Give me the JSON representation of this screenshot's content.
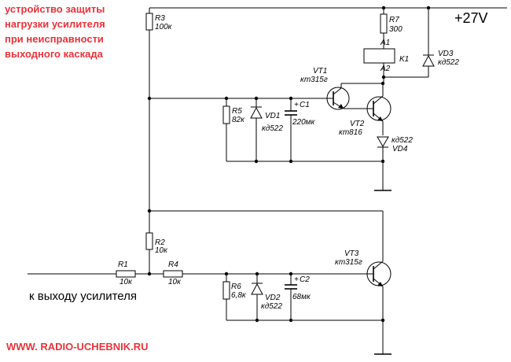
{
  "title_lines": [
    "устройство защиты",
    "нагрузки усилителя",
    "при неисправности",
    "выходного каскада"
  ],
  "supply": "+27V",
  "input_label": "к выходу усилителя",
  "watermark": "WWW. RADIO-UCHEBNIK.RU",
  "components": {
    "r3": {
      "name": "R3",
      "value": "100к"
    },
    "r7": {
      "name": "R7",
      "value": "300"
    },
    "k1": {
      "name": "K1",
      "pin_a1": "A1",
      "pin_a2": "A2"
    },
    "vd3": {
      "name": "VD3",
      "value": "кд522"
    },
    "vt1": {
      "name": "VT1",
      "value": "кт315г"
    },
    "vt2": {
      "name": "VT2",
      "value": "кт816"
    },
    "vd4": {
      "name": "VD4",
      "value": "кд522"
    },
    "r5": {
      "name": "R5",
      "value": "82к"
    },
    "vd1": {
      "name": "VD1",
      "value": "кд522"
    },
    "c1": {
      "name": "C1",
      "value": "220мк"
    },
    "r2": {
      "name": "R2",
      "value": "10к"
    },
    "r1": {
      "name": "R1",
      "value": "10к"
    },
    "r4": {
      "name": "R4",
      "value": "10к"
    },
    "r6": {
      "name": "R6",
      "value": "6,8к"
    },
    "vd2": {
      "name": "VD2",
      "value": "кд522"
    },
    "c2": {
      "name": "C2",
      "value": "68мк"
    },
    "vt3": {
      "name": "VT3",
      "value": "кт315г"
    }
  }
}
